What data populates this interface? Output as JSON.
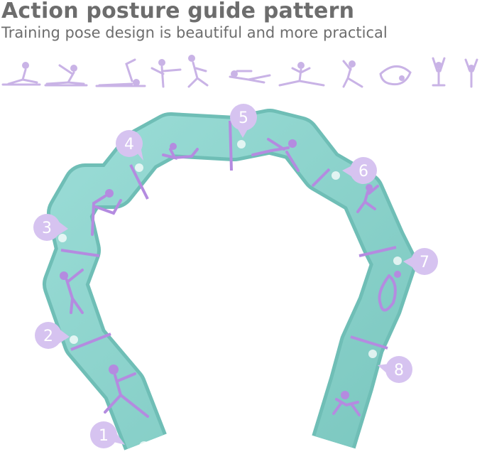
{
  "header": {
    "title": "Action posture guide pattern",
    "subtitle": "Training pose design is beautiful and more practical"
  },
  "colors": {
    "text": "#6d6d6d",
    "pose_icon": "#c9b3e6",
    "strap": "#8fd6cf",
    "strap_dark": "#76c2bb",
    "print": "#b48be0",
    "badge": "#d6c3f0"
  },
  "pose_icons": [
    "seated-stretch-icon",
    "leg-stretch-icon",
    "lunge-icon",
    "standing-balance-icon",
    "kneeling-arch-icon",
    "prone-stretch-icon",
    "split-icon",
    "side-lunge-icon",
    "bow-icon",
    "overhead-stretch-icon",
    "standing-reach-icon"
  ],
  "badges": [
    "1",
    "2",
    "3",
    "4",
    "5",
    "6",
    "7",
    "8"
  ]
}
